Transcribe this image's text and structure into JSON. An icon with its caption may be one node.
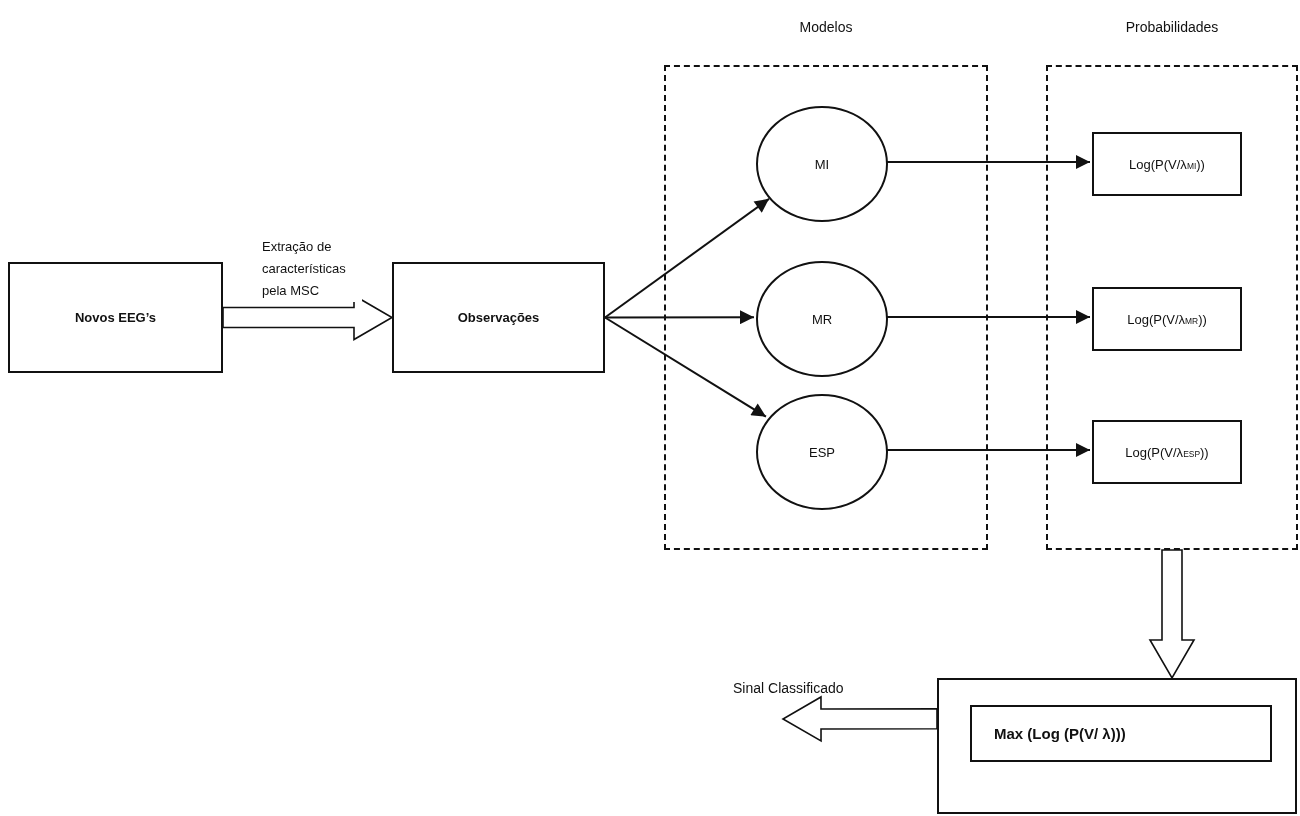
{
  "diagram": {
    "nodes": [
      {
        "text": [
          "Novos EEG’s"
        ]
      },
      {
        "text": [
          "Observações"
        ]
      },
      {
        "text": [
          "Modelos"
        ]
      },
      {
        "text": [
          "MI"
        ],
        "in": 2
      },
      {
        "text": [
          "MR"
        ],
        "in": 2
      },
      {
        "text": [
          "ESP"
        ],
        "in": 2
      },
      {
        "text": [
          "Probabilidades"
        ]
      },
      {
        "text": [
          "Log(P(V/λ$_{MI}$))"
        ],
        "in": 6
      },
      {
        "text": [
          "Log(P(V/λ$_{MR}$))"
        ],
        "in": 6
      },
      {
        "text": [
          "Log(P(V/λ$_{ESP}$))"
        ],
        "in": 6
      },
      {
        "text": [],
        "shape": "box"
      },
      {
        "text": [
          "Max (Log (P(V/ λ)))"
        ],
        "in": 10
      }
    ],
    "edges": [
      {
        "from": 0,
        "to": 1,
        "arrow": "to",
        "label": "Extração de características pela MSC",
        "style": "thick"
      },
      {
        "from": 1,
        "to": 3,
        "arrow": "to"
      },
      {
        "from": 1,
        "to": 4,
        "arrow": "to"
      },
      {
        "from": 1,
        "to": 5,
        "arrow": "to"
      },
      {
        "from": 3,
        "to": 7,
        "arrow": "to"
      },
      {
        "from": 4,
        "to": 8,
        "arrow": "to"
      },
      {
        "from": 5,
        "to": 9,
        "arrow": "to"
      },
      {
        "from": 6,
        "to": 10,
        "arrow": "to",
        "style": "thick"
      },
      {
        "from": 10,
        "to": null,
        "arrow": "to",
        "style": "thick"
      }
    ],
    "labels": [
      "Sinal Classificado"
    ]
  }
}
